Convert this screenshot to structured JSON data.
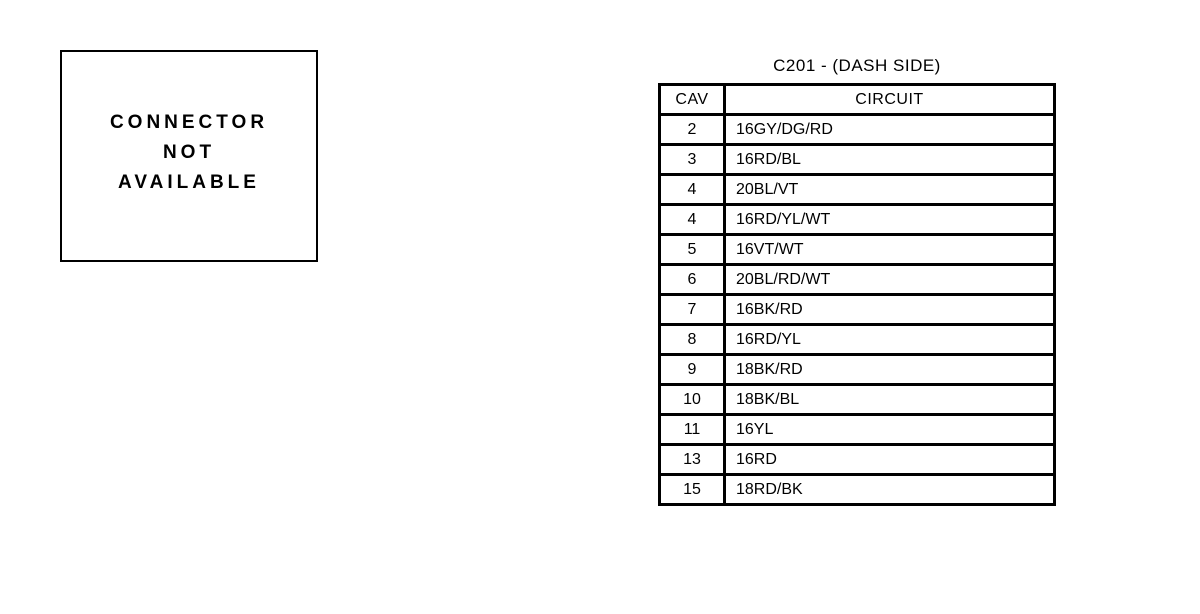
{
  "page": {
    "background_color": "#ffffff",
    "ink_color": "#000000"
  },
  "connector_box": {
    "lines": [
      "CONNECTOR",
      "NOT",
      "AVAILABLE"
    ]
  },
  "table": {
    "title": "C201 - (DASH SIDE)",
    "columns": [
      "CAV",
      "CIRCUIT"
    ],
    "rows": [
      {
        "cav": "2",
        "circuit": "16GY/DG/RD"
      },
      {
        "cav": "3",
        "circuit": "16RD/BL"
      },
      {
        "cav": "4",
        "circuit": "20BL/VT"
      },
      {
        "cav": "4",
        "circuit": "16RD/YL/WT"
      },
      {
        "cav": "5",
        "circuit": "16VT/WT"
      },
      {
        "cav": "6",
        "circuit": "20BL/RD/WT"
      },
      {
        "cav": "7",
        "circuit": "16BK/RD"
      },
      {
        "cav": "8",
        "circuit": "16RD/YL"
      },
      {
        "cav": "9",
        "circuit": "18BK/RD"
      },
      {
        "cav": "10",
        "circuit": "18BK/BL"
      },
      {
        "cav": "11",
        "circuit": "16YL"
      },
      {
        "cav": "13",
        "circuit": "16RD"
      },
      {
        "cav": "15",
        "circuit": "18RD/BK"
      }
    ]
  }
}
